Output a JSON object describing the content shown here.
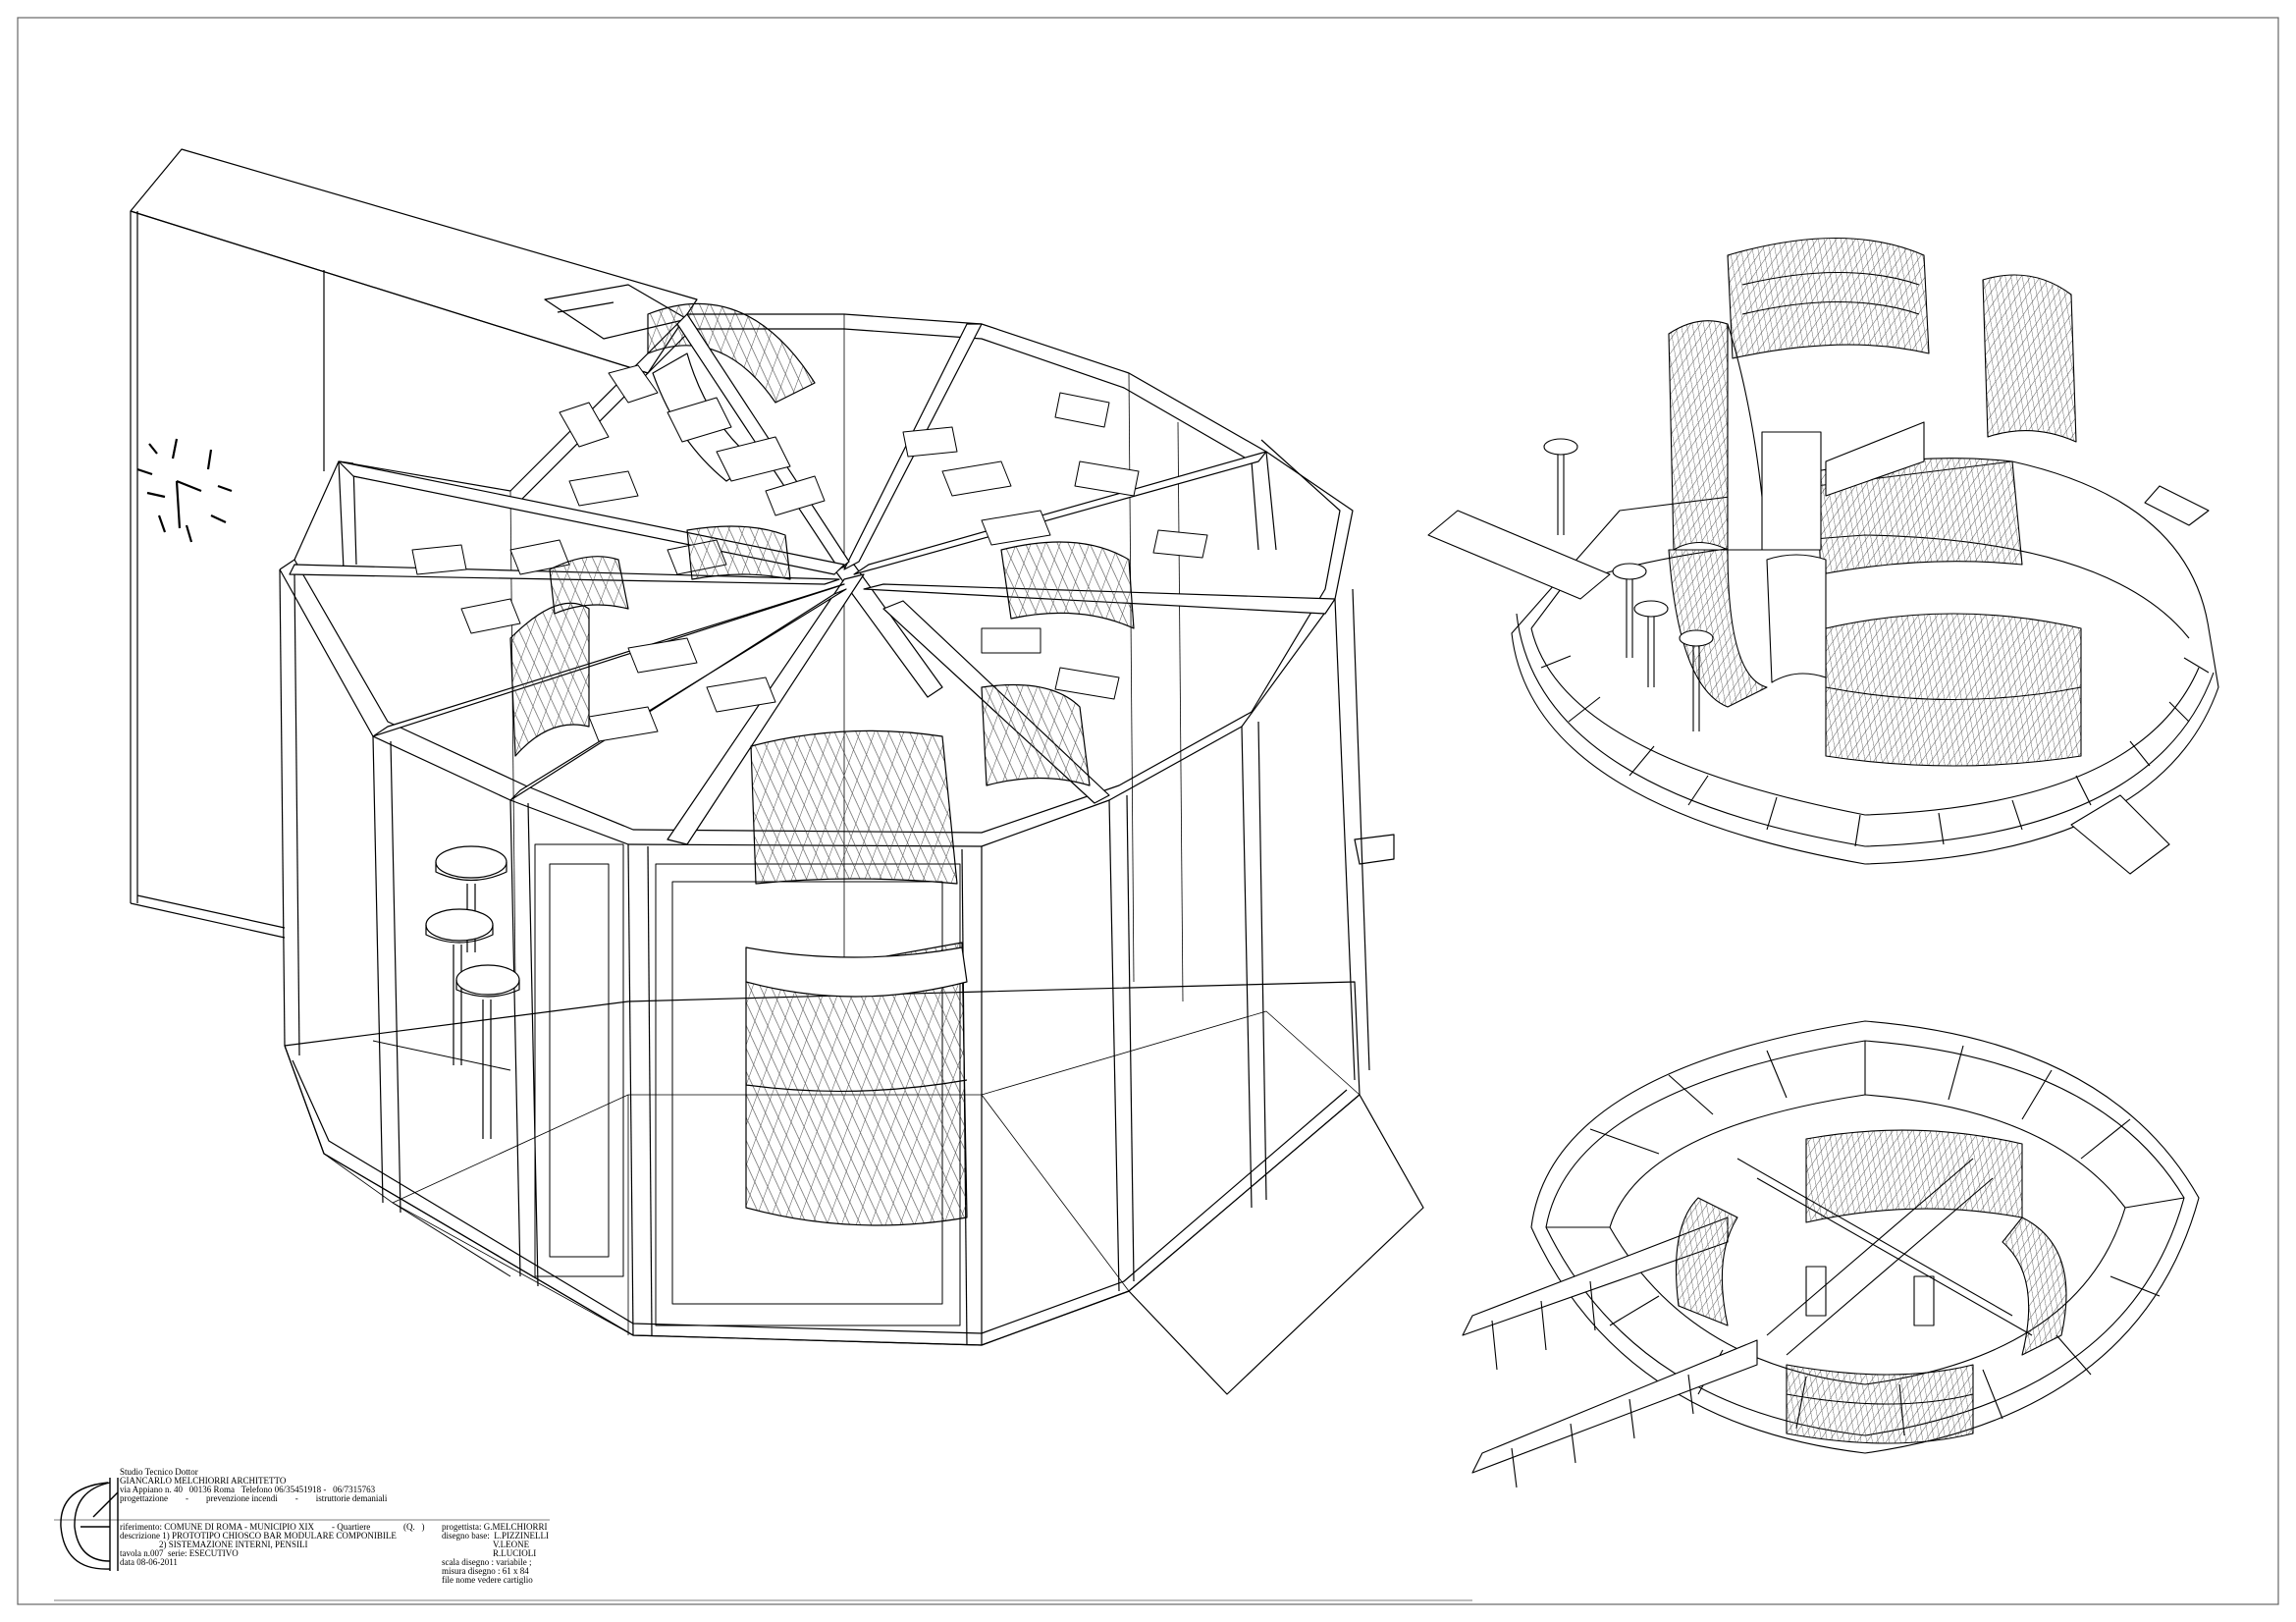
{
  "title_block": {
    "studio_line1": "Studio Tecnico Dottor",
    "studio_line2": "GIANCARLO MELCHIORRI ARCHITETTO",
    "address": "via Appiano n. 40   00136 Roma   Telefono 06/35451918 -   06/7315763",
    "services": "progettazione        -        prevenzione incendi        -        istruttorie demaniali",
    "riferimento": "riferimento: COMUNE DI ROMA - MUNICIPIO XIX        - Quartiere               (Q.   )",
    "descrizione1": "descrizione 1) PROTOTIPO CHIOSCO BAR MODULARE COMPONIBILE",
    "descrizione2": "2) SISTEMAZIONE INTERNI, PENSILI",
    "tavola": "tavola n.007  serie: ESECUTIVO",
    "data": "data 08-06-2011",
    "progettista": "progettista: G.MELCHIORRI",
    "disegno": "disegno base:  L.PIZZINELLI",
    "collab1": "V.LEONE",
    "collab2": "R.LUCIOLI",
    "scala": "scala disegno : variabile ;",
    "misura": "misura disegno : 61 x 84",
    "file": "file nome vedere cartiglio"
  },
  "logo": {
    "letters": "GM"
  },
  "colors": {
    "line": "#000000",
    "paper": "#ffffff",
    "hatch": "#3a3a3a"
  }
}
